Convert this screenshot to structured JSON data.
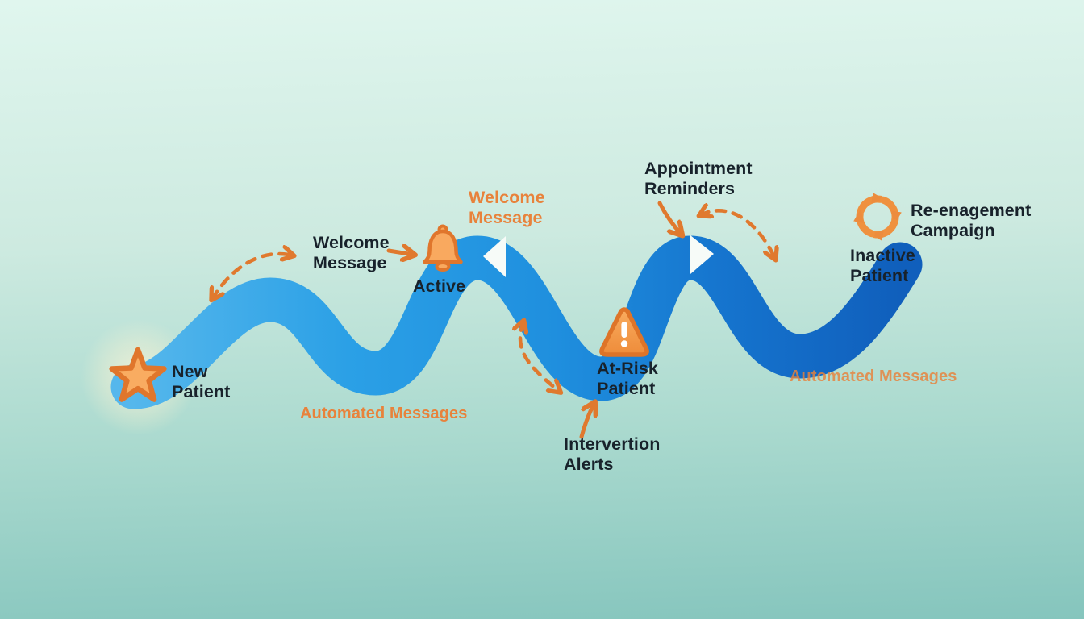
{
  "diagram": {
    "type": "patient-journey-flow",
    "stages": [
      {
        "label": "New\nPatient",
        "icon": "star-icon"
      },
      {
        "label": "Active",
        "icon": "bell-icon"
      },
      {
        "label": "At-Risk\nPatient",
        "icon": "warning-icon"
      },
      {
        "label": "Inactive\nPatient",
        "icon": "refresh-icon"
      }
    ],
    "annotations": {
      "welcome_message_pointer": "Welcome\nMessage",
      "welcome_message_floating": "Welcome\nMessage",
      "appointment_reminders": "Appointment\nReminders",
      "intervention_alerts": "Intervertion\nAlerts",
      "reengagement_campaign": "Re-enagement\nCampaign",
      "automated_messages_left": "Automated Messages",
      "automated_messages_right": "Automated Messages"
    }
  },
  "colors": {
    "accent_orange": "#E8823B",
    "icon_fill_orange": "#F9AC61",
    "icon_stroke_orange": "#E0762C",
    "path_blue_start": "#49B0EB",
    "path_blue_end": "#105FBC",
    "text_dark": "#18222B",
    "background_top": "#E0F6EE",
    "background_bottom": "#85C5BD"
  }
}
